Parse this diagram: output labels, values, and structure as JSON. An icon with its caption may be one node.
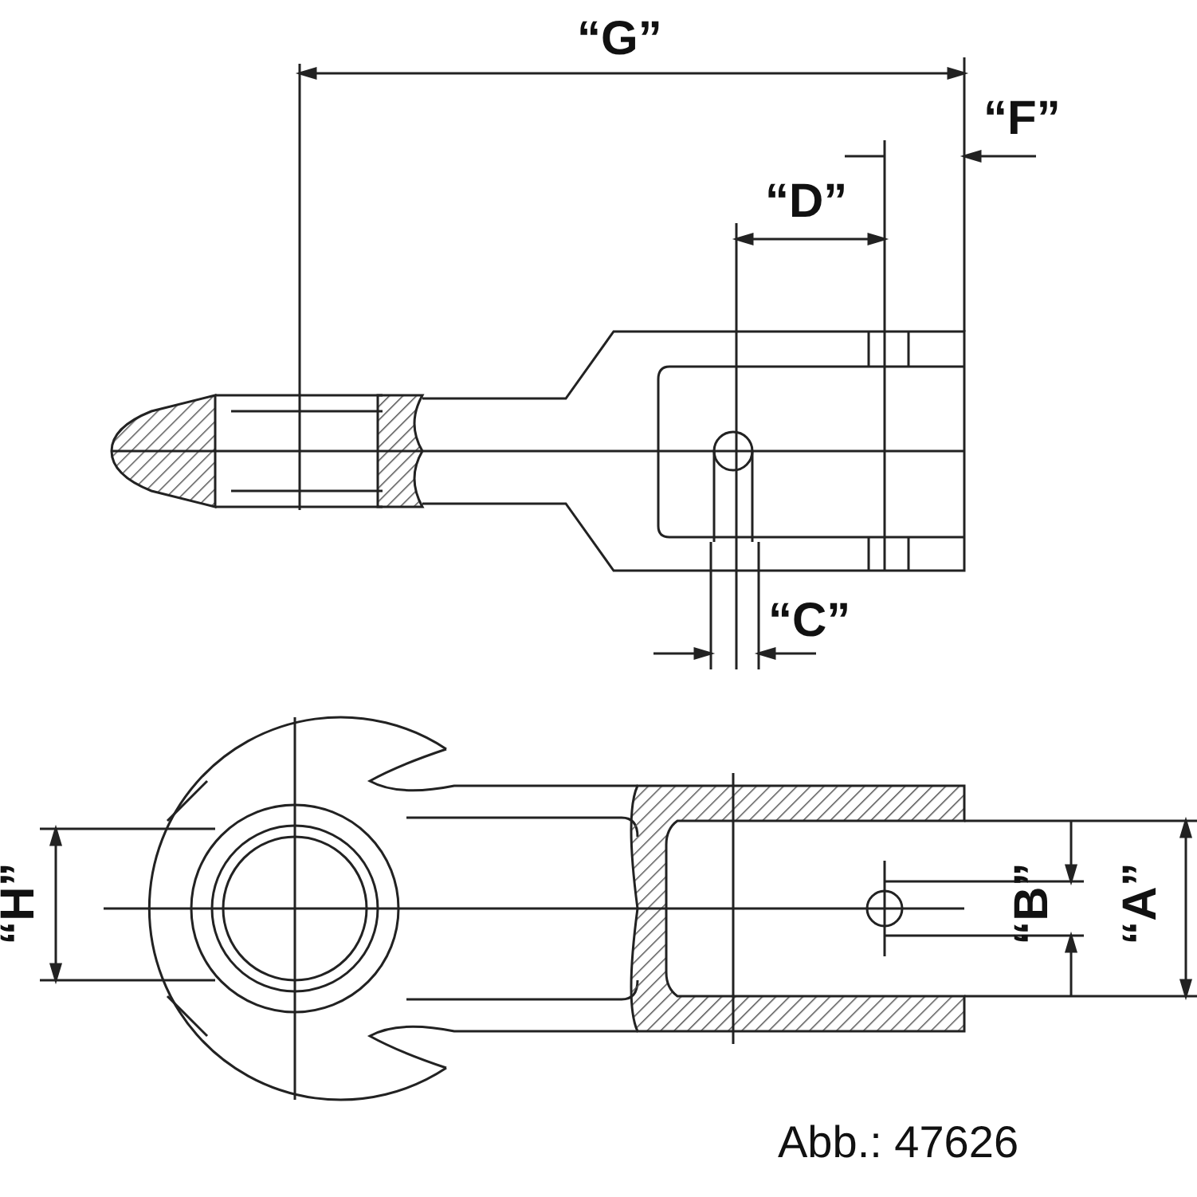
{
  "diagram": {
    "labels": [
      "“G”",
      "“F”",
      "“D”",
      "“C”",
      "“H”",
      "“B”",
      "“A”"
    ],
    "caption": "Abb.: 47626"
  }
}
